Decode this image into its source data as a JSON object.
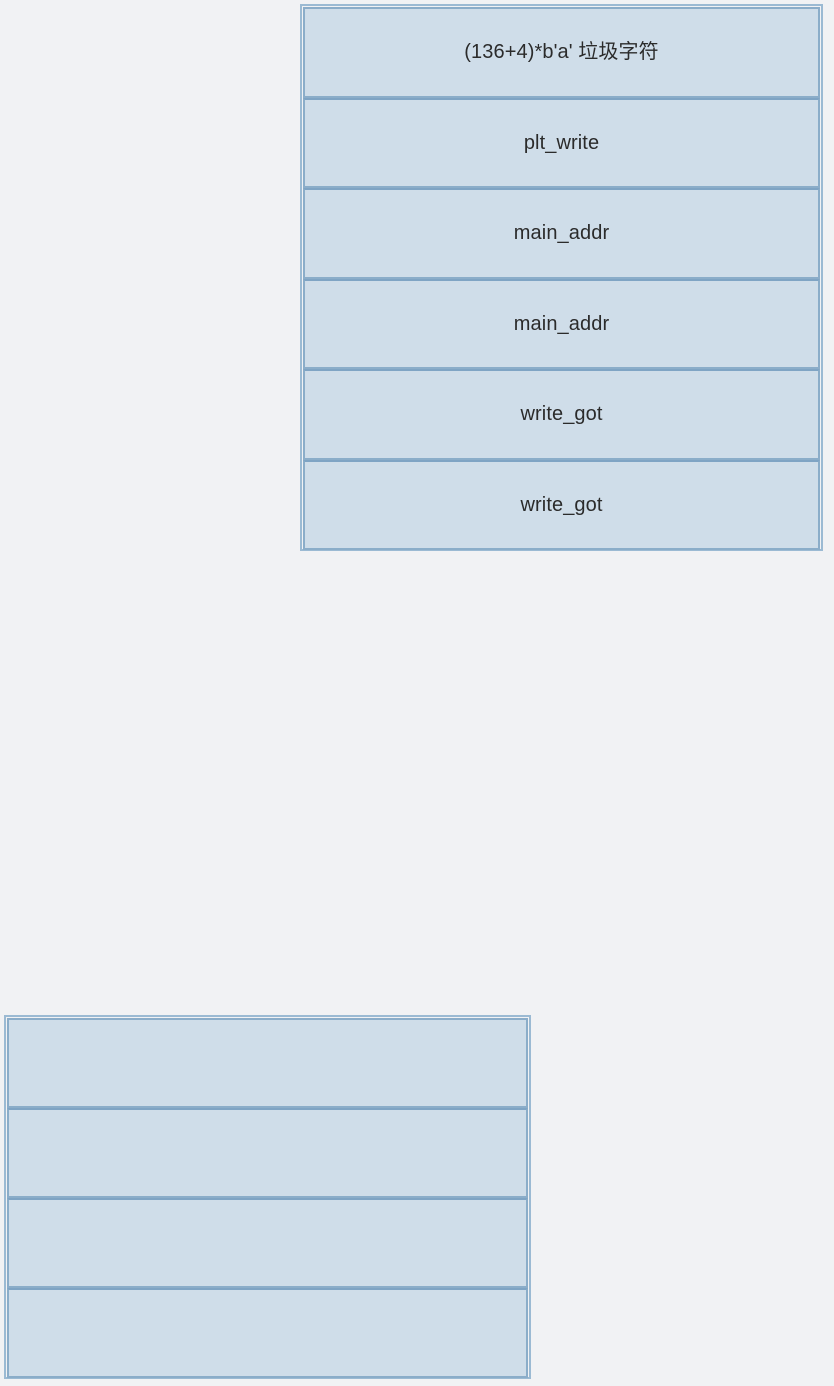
{
  "theme": {
    "background_color": "#f1f2f4",
    "cell_fill_color": "#cfdde9",
    "cell_border_color": "#8badc9",
    "frame_border_color": "#9bbad3",
    "text_color": "#2b2b2b"
  },
  "diagram": {
    "type": "stack-layout",
    "stacks": [
      {
        "name": "payload-stack",
        "cells": [
          {
            "label": "(136+4)*b'a' 垃圾字符"
          },
          {
            "label": "plt_write"
          },
          {
            "label": "main_addr"
          },
          {
            "label": "main_addr"
          },
          {
            "label": "write_got"
          },
          {
            "label": "write_got"
          }
        ]
      },
      {
        "name": "empty-stack",
        "cells": [
          {
            "label": ""
          },
          {
            "label": ""
          },
          {
            "label": ""
          },
          {
            "label": ""
          }
        ]
      }
    ]
  }
}
